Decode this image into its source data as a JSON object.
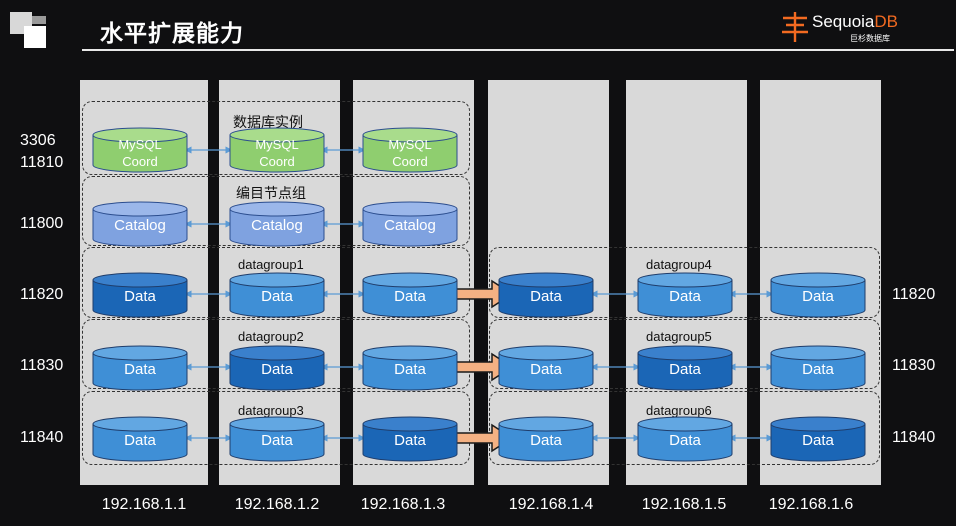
{
  "title": "水平扩展能力",
  "brand": {
    "name_main": "Sequoia",
    "name_accent": "DB",
    "subtitle": "巨杉数据库"
  },
  "ports_left": [
    "3306",
    "11810",
    "11800",
    "11820",
    "11830",
    "11840"
  ],
  "ports_right": [
    "11820",
    "11830",
    "11840"
  ],
  "hosts": [
    "192.168.1.1",
    "192.168.1.2",
    "192.168.1.3",
    "192.168.1.4",
    "192.168.1.5",
    "192.168.1.6"
  ],
  "group_labels": {
    "db_instances": "数据库实例",
    "catalog_group": "编目节点组",
    "datagroup1": "datagroup1",
    "datagroup2": "datagroup2",
    "datagroup3": "datagroup3",
    "datagroup4": "datagroup4",
    "datagroup5": "datagroup5",
    "datagroup6": "datagroup6"
  },
  "node_labels": {
    "mysql_line1": "MySQL",
    "mysql_line2": "Coord",
    "catalog": "Catalog",
    "data": "Data"
  },
  "colors": {
    "mysql": "#8fce6f",
    "catalog": "#7fa2e0",
    "data_primary": "#1b66b6",
    "data_secondary": "#3f8fd6",
    "arrow_migrate": "#f4b183",
    "link": "#5b9bd5"
  }
}
